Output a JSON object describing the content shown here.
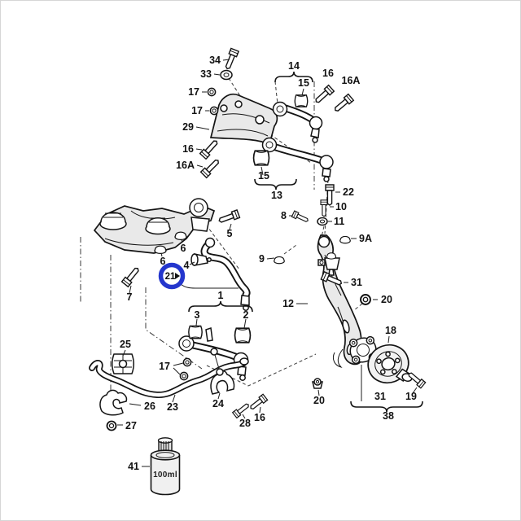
{
  "diagram": {
    "kind": "exploded-parts-diagram",
    "subject": "front-suspension",
    "highlight": {
      "color": "#2436cd",
      "part": "21"
    },
    "bottle": {
      "volume": "100ml"
    },
    "callouts": {
      "bolt34": "34",
      "washer33": "33",
      "nut17_top_a": "17",
      "nut17_top_b": "17",
      "bracket29": "29",
      "bolt16_left": "16",
      "bolt16A_left": "16A",
      "group14": "14",
      "bushing15_top": "15",
      "bolt16_right": "16",
      "bolt16A_right": "16A",
      "bushing15_mid": "15",
      "group13": "13",
      "bolt22": "22",
      "bolt10": "10",
      "ring11": "11",
      "cap9A": "9A",
      "bolt8": "8",
      "cap9": "9",
      "knuckle12": "12",
      "bolt31_knuckle": "31",
      "nut20_knuckle": "20",
      "bolt5": "5",
      "nut6_a": "6",
      "nut6_b": "6",
      "bushing4": "4",
      "part21": "21",
      "bolt7": "7",
      "group1": "1",
      "bushing3": "3",
      "bushing2": "2",
      "nut17_link": "17",
      "clamp25": "25",
      "bracket26": "26",
      "nut27": "27",
      "swaybar23": "23",
      "clamp24": "24",
      "bolt28": "28",
      "bolt16_bottom": "16",
      "nut20_bottom": "20",
      "bearing18": "18",
      "hub31": "31",
      "bolt19": "19",
      "group38": "38",
      "bottle41": "41"
    }
  }
}
